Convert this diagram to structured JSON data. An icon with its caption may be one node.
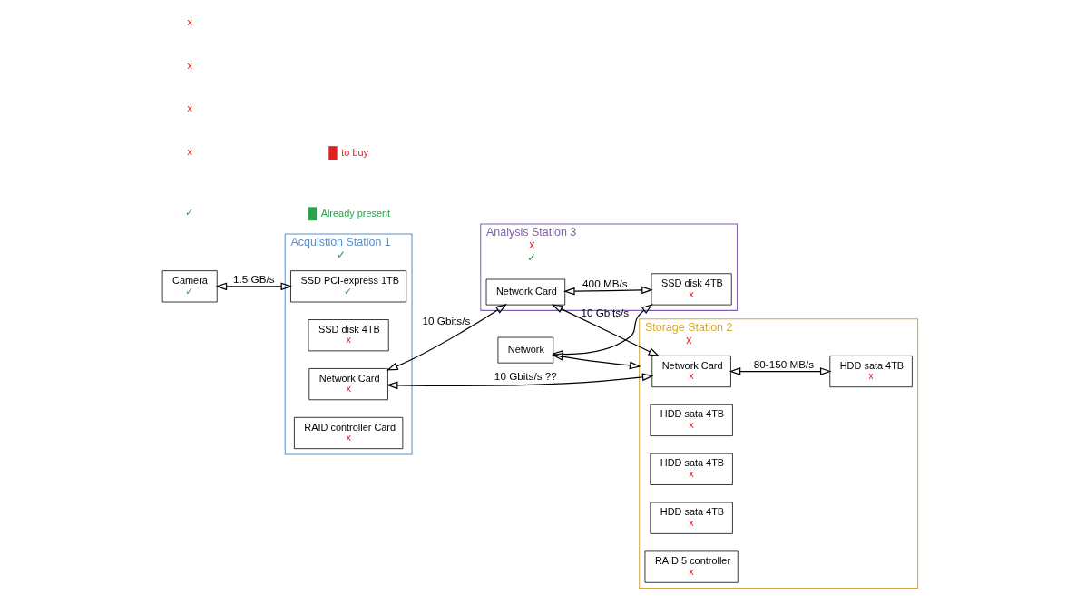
{
  "diagram": {
    "nodes": [
      {
        "text": [
          "Network"
        ]
      },
      {
        "text": [
          "Acquistion Station 1",
          "✓"
        ]
      },
      {
        "text": [
          "Camera",
          "✓"
        ]
      },
      {
        "text": [
          "SSD PCI-express 1TB",
          "✓"
        ],
        "in": 1
      },
      {
        "text": [
          "SSD disk 4TB",
          "x"
        ],
        "in": 1
      },
      {
        "text": [
          "Network Card",
          "x"
        ],
        "in": 1
      },
      {
        "text": [
          "RAID controller Card",
          "x"
        ],
        "in": 1
      },
      {
        "text": [
          "Analysis Station 3",
          "x",
          "✓"
        ]
      },
      {
        "text": [
          "Network Card"
        ],
        "in": 7
      },
      {
        "text": [
          "SSD disk 4TB",
          "x"
        ],
        "in": 7
      },
      {
        "text": [
          "Storage Station 2",
          "x"
        ]
      },
      {
        "text": [
          "Network Card",
          "x"
        ],
        "in": 10
      },
      {
        "text": [
          "HDD sata 4TB",
          "x"
        ],
        "in": 10
      },
      {
        "text": [
          "HDD sata 4TB",
          "x"
        ],
        "in": 10
      },
      {
        "text": [
          "HDD sata 4TB",
          "x"
        ],
        "in": 10
      },
      {
        "text": [
          "HDD sata 4TB",
          "x"
        ],
        "in": 10
      },
      {
        "text": [
          "RAID 5 controller",
          "x"
        ],
        "in": 10
      }
    ],
    "edges": [
      {
        "from": 2,
        "to": 3,
        "arrow": "both",
        "label": "1.5 GB/s"
      },
      {
        "from": 0,
        "to": 9,
        "arrow": "both"
      },
      {
        "from": 0,
        "to": 10,
        "arrow": "both"
      },
      {
        "from": 5,
        "to": 8,
        "arrow": "both",
        "label": "10 Gbits/s"
      },
      {
        "from": 8,
        "to": 9,
        "arrow": "both",
        "label": "400 MB/s"
      },
      {
        "from": 8,
        "to": 11,
        "arrow": "both",
        "label": "10 Gbits/s"
      },
      {
        "from": 5,
        "to": 11,
        "arrow": "both",
        "label": "10 Gbits/s ??"
      },
      {
        "from": 11,
        "to": 12,
        "arrow": "both",
        "label": "80-150 MB/s"
      }
    ],
    "labels": [
      "x",
      "✓",
      "x",
      "x",
      "x"
    ],
    "legend": [
      {
        "text": "to buy",
        "color": "#e02020"
      },
      {
        "text": "Already present",
        "color": "#2ea050"
      }
    ]
  }
}
